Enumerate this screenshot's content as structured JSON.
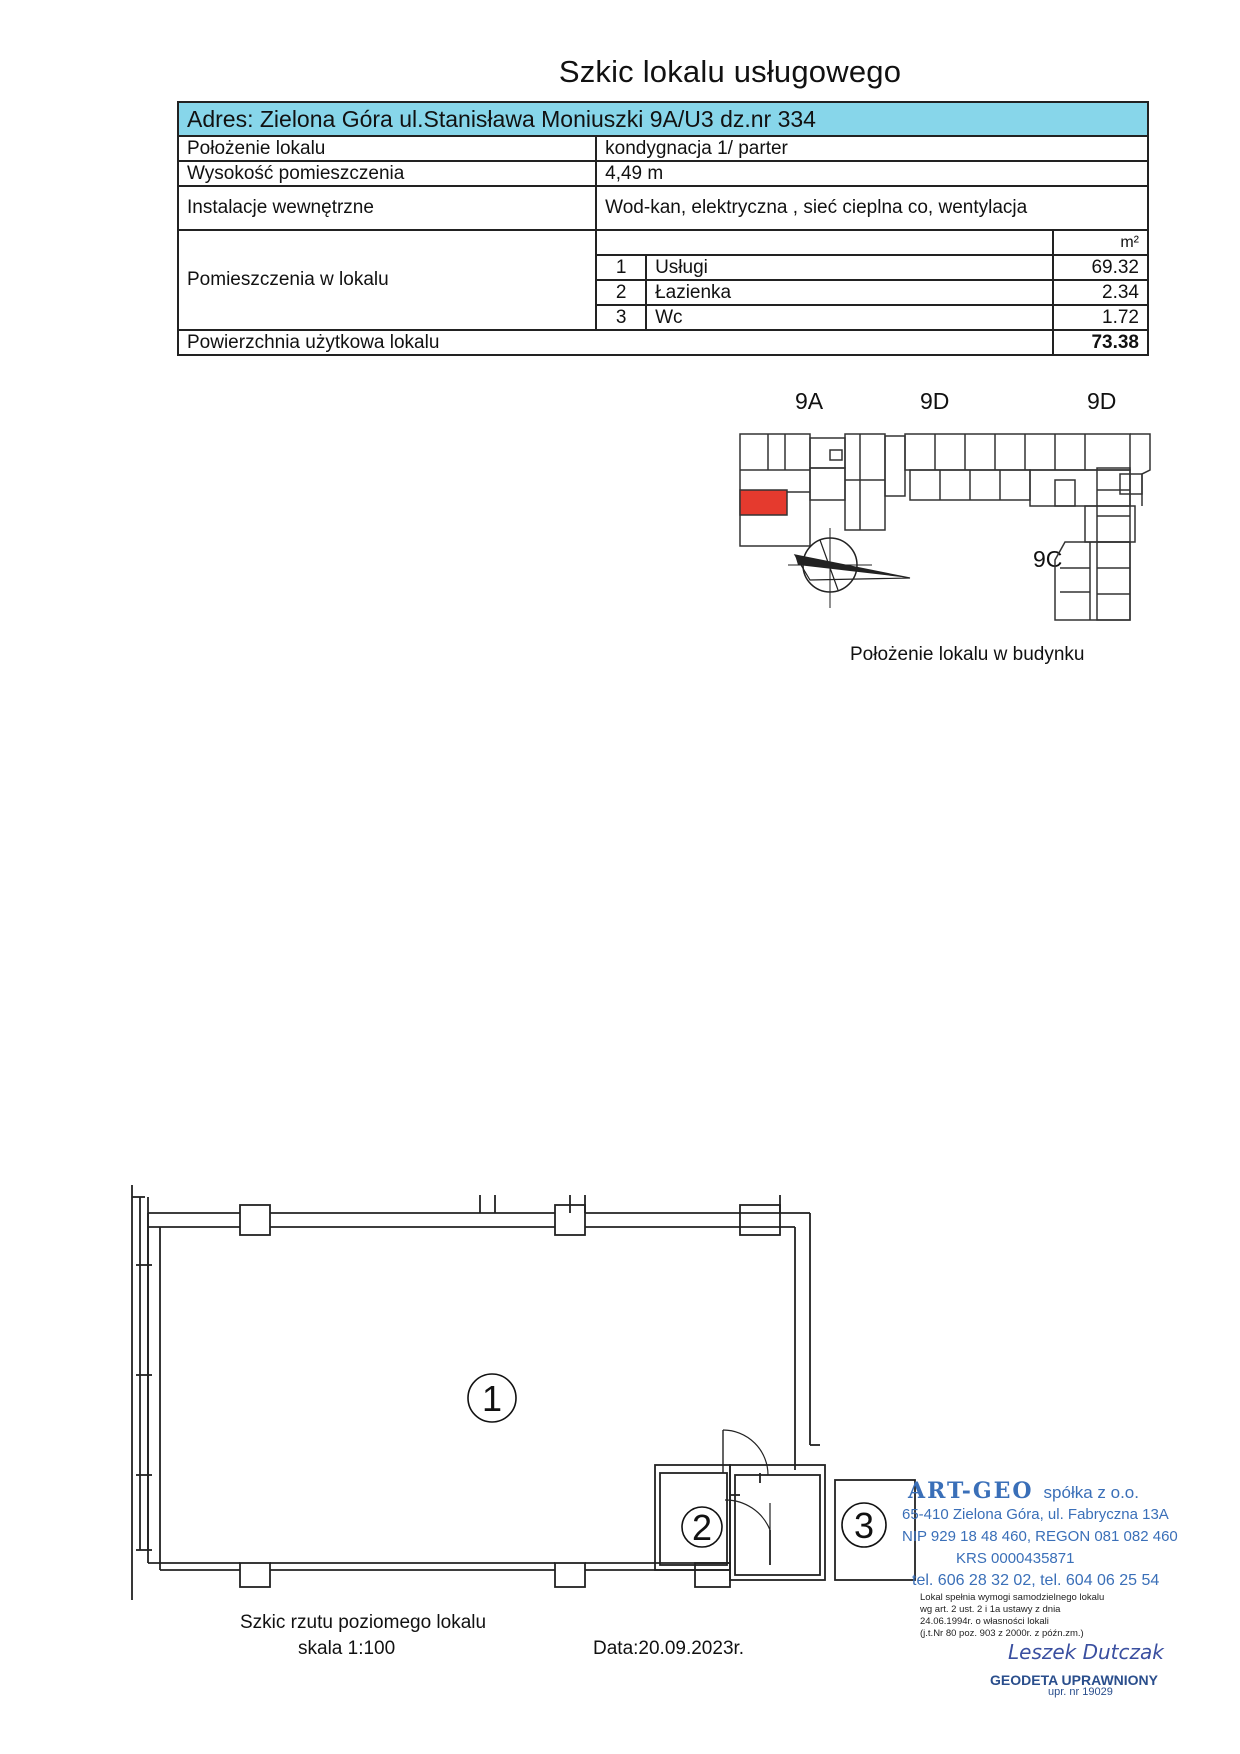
{
  "title": "Szkic lokalu usługowego",
  "address": "Adres: Zielona Góra ul.Stanisława Moniuszki 9A/U3 dz.nr 334",
  "rows": {
    "position_label": "Położenie lokalu",
    "position_value": "kondygnacja 1/ parter",
    "height_label": "Wysokość pomieszczenia",
    "height_value": "4,49 m",
    "installations_label": "Instalacje wewnętrzne",
    "installations_value": "Wod-kan, elektryczna , sieć cieplna co, wentylacja",
    "unit": "m²",
    "rooms_label": "Pomieszczenia w lokalu",
    "rooms": [
      {
        "no": "1",
        "name": "Usługi",
        "area": "69.32"
      },
      {
        "no": "2",
        "name": "Łazienka",
        "area": "2.34"
      },
      {
        "no": "3",
        "name": "Wc",
        "area": "1.72"
      }
    ],
    "total_label": "Powierzchnia użytkowa lokalu",
    "total_value": "73.38"
  },
  "location": {
    "labels": {
      "a": "9A",
      "d1": "9D",
      "d2": "9D",
      "c": "9C"
    },
    "caption": "Położenie lokalu w budynku",
    "highlight_color": "#e53a2e"
  },
  "plan": {
    "room_numbers": [
      "1",
      "2",
      "3"
    ],
    "caption": "Szkic rzutu poziomego lokalu",
    "scale": "skala 1:100",
    "date": "Data:20.09.2023r."
  },
  "stamp": {
    "brand": "ART-GEO",
    "company_type": "spółka z o.o.",
    "address": "65-410 Zielona Góra, ul. Fabryczna 13A",
    "ids": "NIP 929 18 48 460, REGON 081 082 460",
    "krs": "KRS 0000435871",
    "phones": "tel. 606 28 32 02, tel. 604 06 25 54",
    "cert_lines": [
      "Lokal spełnia wymogi samodzielnego lokalu",
      "wg art. 2 ust. 2 i 1a ustawy z dnia",
      "24.06.1994r. o własności lokali",
      "(j.t.Nr 80 poz. 903 z 2000r. z późn.zm.)"
    ],
    "signature": "Leszek Dutczak",
    "role": "GEODETA UPRAWNIONY",
    "license": "upr. nr 19029",
    "color": "#3a6fb8"
  }
}
